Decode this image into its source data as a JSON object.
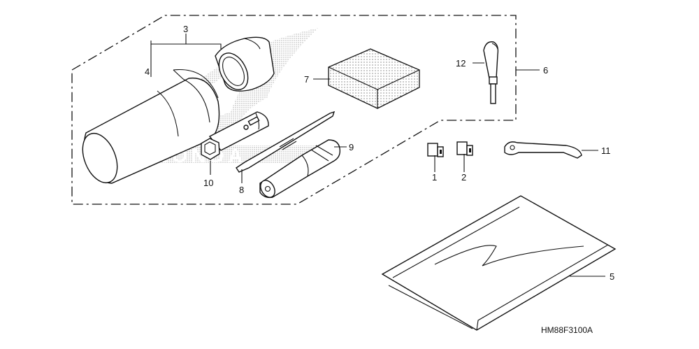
{
  "diagram": {
    "callouts": [
      {
        "id": "c1",
        "text": "1"
      },
      {
        "id": "c2",
        "text": "2"
      },
      {
        "id": "c3",
        "text": "3"
      },
      {
        "id": "c4",
        "text": "4"
      },
      {
        "id": "c5",
        "text": "5"
      },
      {
        "id": "c6",
        "text": "6"
      },
      {
        "id": "c7",
        "text": "7"
      },
      {
        "id": "c8",
        "text": "8"
      },
      {
        "id": "c9",
        "text": "9"
      },
      {
        "id": "c10",
        "text": "10"
      },
      {
        "id": "c11",
        "text": "11"
      },
      {
        "id": "c12",
        "text": "12"
      }
    ],
    "drawing_code": "HM88F3100A",
    "watermark_logo": "HONDA"
  }
}
